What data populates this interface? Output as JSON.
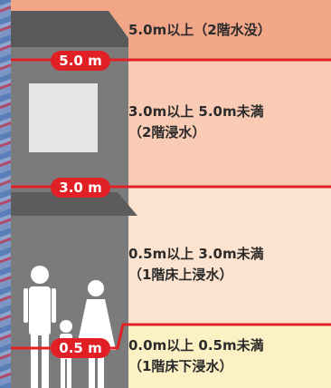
{
  "levels": [
    {
      "mark": "5.0 m",
      "text_line1": "5.0m以上（2階水没）",
      "text_line2": ""
    },
    {
      "mark": "3.0 m",
      "text_line1": "3.0m以上 5.0m未満",
      "text_line2": "（2階浸水）"
    },
    {
      "mark": "0.5 m",
      "text_line1": "0.5m以上 3.0m未満",
      "text_line2": "（1階床上浸水）"
    },
    {
      "mark": "",
      "text_line1": "0.0m以上 0.5m未満",
      "text_line2": "（1階床下浸水）"
    }
  ],
  "colors": {
    "band_top": "#f2a688",
    "band_2": "#f9cbb4",
    "band_3": "#fbe3cf",
    "band_4": "#fcf1c4",
    "line_red": "#e02025",
    "house_gray": "#7b7b7b",
    "roof_dark": "#555555",
    "window": "#e6e6e6",
    "people": "#ffffff"
  },
  "icons": [
    "house-icon",
    "person-man-icon",
    "person-woman-icon",
    "person-child-icon",
    "map-strip"
  ]
}
